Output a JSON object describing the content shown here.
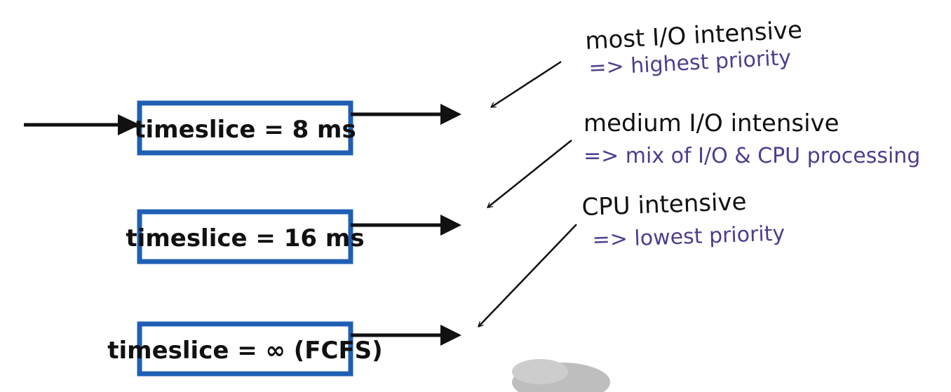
{
  "colors": {
    "box_border": "#1f5fb3",
    "box_fill": "#ffffff",
    "ink": "#111111",
    "annotation": "#4f3d8c"
  },
  "queues": [
    {
      "label": "timeslice = 8 ms"
    },
    {
      "label": "timeslice = 16 ms"
    },
    {
      "label": "timeslice = ∞ (FCFS)"
    }
  ],
  "annotations": [
    {
      "heading": "most I/O intensive",
      "detail": "=> highest priority"
    },
    {
      "heading": "medium I/O intensive",
      "detail": "=> mix of I/O & CPU processing"
    },
    {
      "heading": "CPU intensive",
      "detail": "=> lowest priority"
    }
  ]
}
